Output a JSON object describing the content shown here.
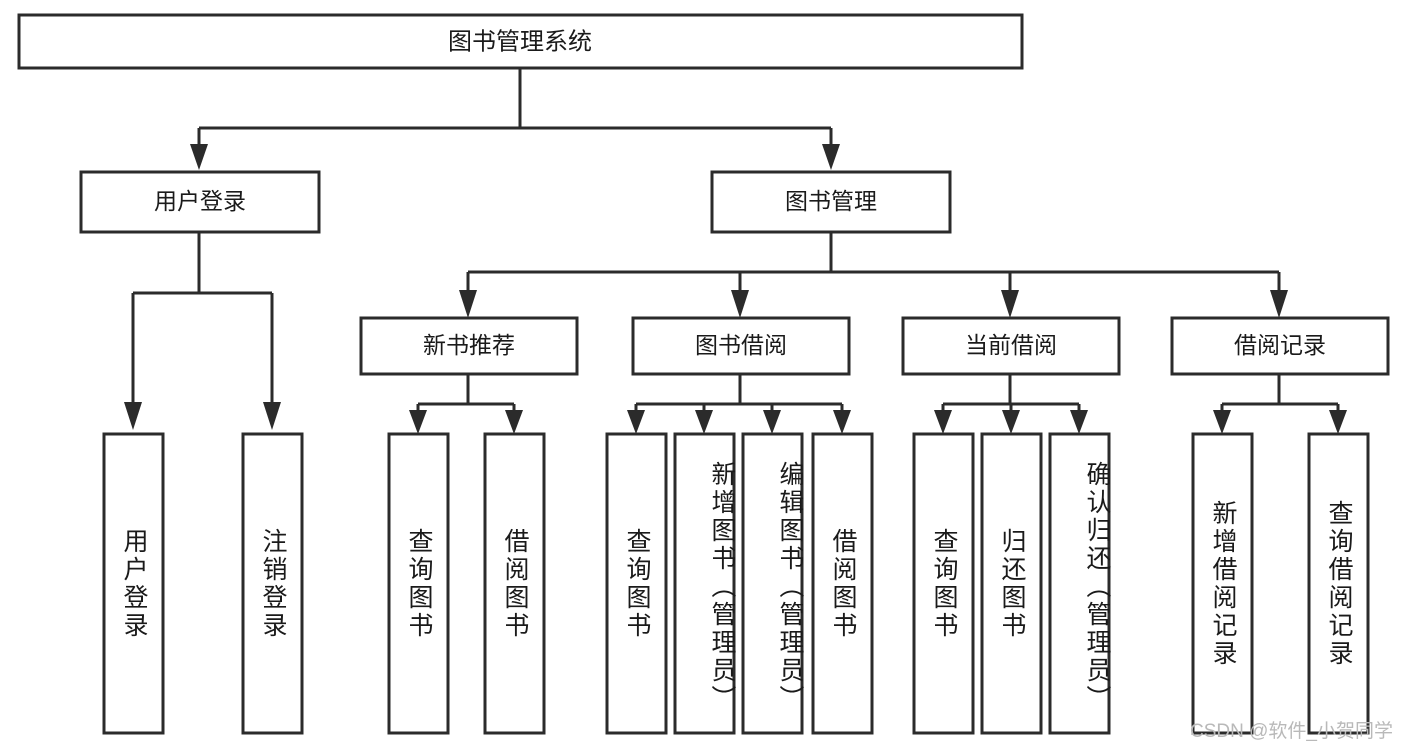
{
  "diagram": {
    "title": "图书管理系统",
    "type": "hierarchy-tree",
    "root": {
      "id": "root",
      "label": "图书管理系统",
      "orientation": "horizontal"
    },
    "level2": [
      {
        "id": "user-login",
        "label": "用户登录",
        "orientation": "horizontal"
      },
      {
        "id": "book-manage",
        "label": "图书管理",
        "orientation": "horizontal"
      }
    ],
    "level3": [
      {
        "id": "new-book-recommend",
        "label": "新书推荐",
        "orientation": "horizontal"
      },
      {
        "id": "book-borrow",
        "label": "图书借阅",
        "orientation": "horizontal"
      },
      {
        "id": "current-borrow",
        "label": "当前借阅",
        "orientation": "horizontal"
      },
      {
        "id": "borrow-record",
        "label": "借阅记录",
        "orientation": "horizontal"
      }
    ],
    "leaves": [
      {
        "id": "leaf-user-login",
        "parent": "user-login",
        "label": "用户登录",
        "orientation": "vertical"
      },
      {
        "id": "leaf-user-logout",
        "parent": "user-login",
        "label": "注销登录",
        "orientation": "vertical"
      },
      {
        "id": "leaf-query-book-1",
        "parent": "new-book-recommend",
        "label": "查询图书",
        "orientation": "vertical"
      },
      {
        "id": "leaf-borrow-book-1",
        "parent": "new-book-recommend",
        "label": "借阅图书",
        "orientation": "vertical"
      },
      {
        "id": "leaf-query-book-2",
        "parent": "book-borrow",
        "label": "查询图书",
        "orientation": "vertical"
      },
      {
        "id": "leaf-add-book",
        "parent": "book-borrow",
        "label": "新增图书（管理员）",
        "orientation": "vertical"
      },
      {
        "id": "leaf-edit-book",
        "parent": "book-borrow",
        "label": "编辑图书（管理员）",
        "orientation": "vertical"
      },
      {
        "id": "leaf-borrow-book-2",
        "parent": "book-borrow",
        "label": "借阅图书",
        "orientation": "vertical"
      },
      {
        "id": "leaf-query-book-3",
        "parent": "current-borrow",
        "label": "查询图书",
        "orientation": "vertical"
      },
      {
        "id": "leaf-return-book",
        "parent": "current-borrow",
        "label": "归还图书",
        "orientation": "vertical"
      },
      {
        "id": "leaf-confirm-return",
        "parent": "current-borrow",
        "label": "确认归还（管理员）",
        "orientation": "vertical"
      },
      {
        "id": "leaf-add-record",
        "parent": "borrow-record",
        "label": "新增借阅记录",
        "orientation": "vertical"
      },
      {
        "id": "leaf-query-record",
        "parent": "borrow-record",
        "label": "查询借阅记录",
        "orientation": "vertical"
      }
    ],
    "colors": {
      "stroke": "#2b2b2b",
      "fill": "#ffffff",
      "text": "#1a1a1a",
      "watermark": "#b9b9b9",
      "background": "#ffffff"
    }
  },
  "watermark": {
    "text": "CSDN @软件_小贺同学"
  }
}
